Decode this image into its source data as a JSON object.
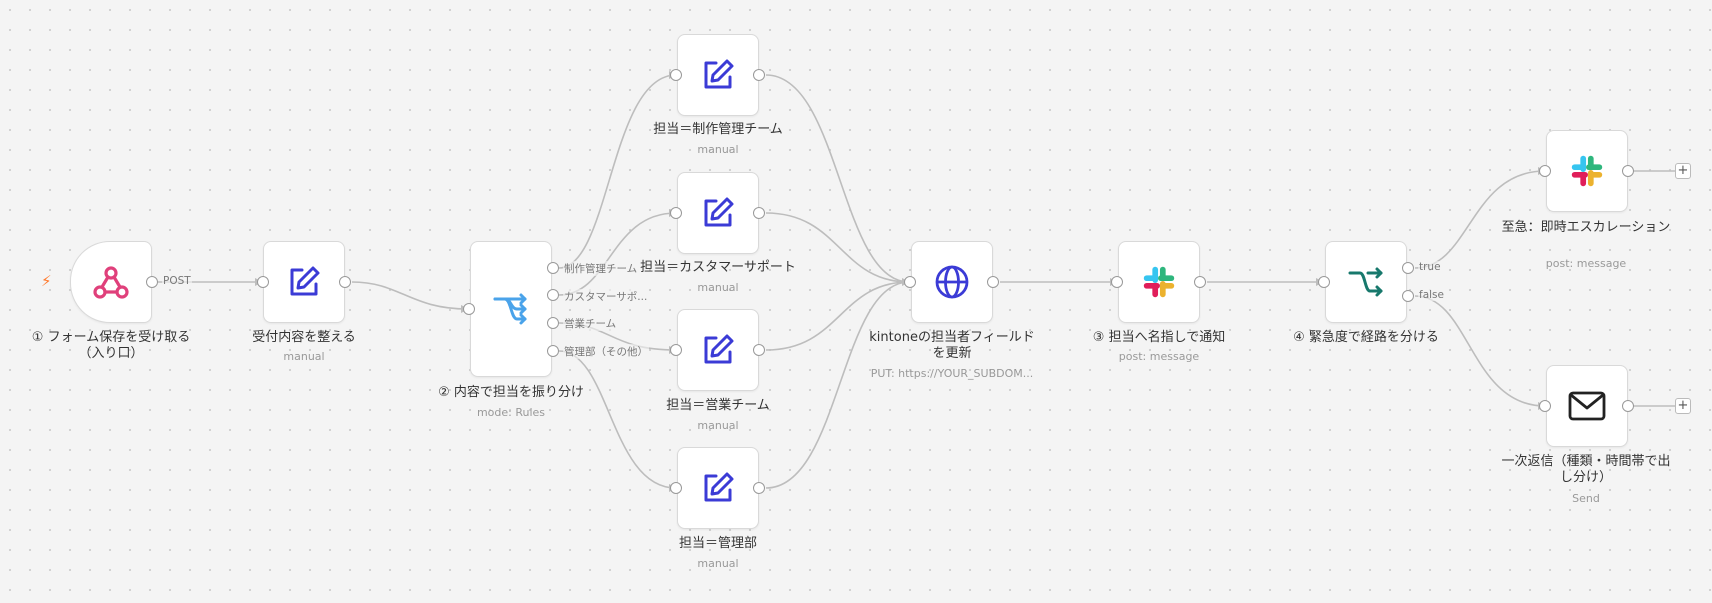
{
  "nodes": {
    "webhook": {
      "title": "① フォーム保存を受け取る（入り口）",
      "sub": ""
    },
    "format": {
      "title": "受付内容を整える",
      "sub": "manual"
    },
    "switch": {
      "title": "② 内容で担当を振り分け",
      "sub": "mode: Rules"
    },
    "set1": {
      "title": "担当＝制作管理チーム",
      "sub": "manual"
    },
    "set2": {
      "title": "担当＝カスタマーサポート",
      "sub": "manual"
    },
    "set3": {
      "title": "担当＝営業チーム",
      "sub": "manual"
    },
    "set4": {
      "title": "担当＝管理部",
      "sub": "manual"
    },
    "kintone": {
      "title": "kintoneの担当者フィールドを更新",
      "sub": "PUT: https://YOUR_SUBDOM..."
    },
    "slack1": {
      "title": "③ 担当へ名指しで通知",
      "sub": "post: message"
    },
    "if": {
      "title": "④ 緊急度で経路を分ける",
      "sub": ""
    },
    "slack2": {
      "title": "至急：即時エスカレーション",
      "sub": "post: message"
    },
    "email": {
      "title": "一次返信（種類・時間帯で出し分け）",
      "sub": "Send"
    }
  },
  "edge_labels": {
    "post": "POST",
    "out1": "制作管理チーム",
    "out2": "カスタマーサポ...",
    "out3": "営業チーム",
    "out4": "管理部（その他）",
    "true": "true",
    "false": "false"
  },
  "plus_label": "+",
  "colors": {
    "webhook": "#e0407b",
    "edit": "#3b3bd6",
    "switch": "#4aa3ea",
    "globe": "#3b3bd6",
    "if": "#17786c",
    "email": "#222222",
    "trigger_bolt": "#ff7a2e"
  },
  "icons": {
    "webhook": "webhook-icon",
    "edit": "pencil-square-icon",
    "switch": "switch-routing-icon",
    "globe": "globe-icon",
    "slack": "slack-icon",
    "if": "if-branch-icon",
    "email": "envelope-icon",
    "bolt": "lightning-bolt-icon"
  }
}
